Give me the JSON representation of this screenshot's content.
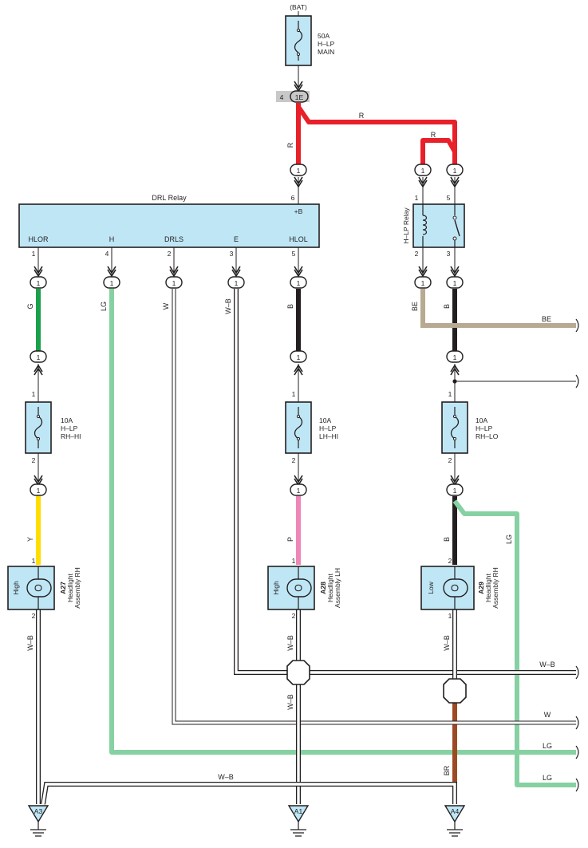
{
  "battery_label": "(BAT)",
  "junction": {
    "pin": "4",
    "id": "1E"
  },
  "connector_pin": "1",
  "fuses": {
    "main": {
      "rating": "50A",
      "line1": "H–LP",
      "line2": "MAIN"
    },
    "rh_hi": {
      "rating": "10A",
      "line1": "H–LP",
      "line2": "RH–HI",
      "pin_in": "1",
      "pin_out": "2"
    },
    "lh_hi": {
      "rating": "10A",
      "line1": "H–LP",
      "line2": "LH–HI",
      "pin_in": "1",
      "pin_out": "2"
    },
    "rh_lo": {
      "rating": "10A",
      "line1": "H–LP",
      "line2": "RH–LO",
      "pin_in": "1",
      "pin_out": "2"
    }
  },
  "drl_relay": {
    "title": "DRL Relay",
    "supply_pin": "6",
    "supply_label": "+B",
    "terminals": [
      {
        "name": "HLOR",
        "pin": "1"
      },
      {
        "name": "H",
        "pin": "4"
      },
      {
        "name": "DRLS",
        "pin": "2"
      },
      {
        "name": "E",
        "pin": "3"
      },
      {
        "name": "HLOL",
        "pin": "5"
      }
    ]
  },
  "hlp_relay": {
    "title": "H–LP Relay",
    "pins": {
      "tl": "1",
      "tr": "5",
      "bl": "2",
      "br": "3"
    }
  },
  "headlights": [
    {
      "code": "A27",
      "line1": "Headlight",
      "line2": "Assembly RH",
      "mode": "High",
      "pin_top": "1",
      "pin_bottom": "2"
    },
    {
      "code": "A28",
      "line1": "Headlight",
      "line2": "Assembly LH",
      "mode": "High",
      "pin_top": "1",
      "pin_bottom": "2"
    },
    {
      "code": "A29",
      "line1": "Headlight",
      "line2": "Assembly RH",
      "mode": "Low",
      "pin_top": "2",
      "pin_bottom": "1"
    }
  ],
  "grounds": [
    "A3",
    "A1",
    "A4"
  ],
  "wire_labels": {
    "r_top": "R",
    "r_vert": "R",
    "r_jump": "R",
    "g": "G",
    "lg_left": "LG",
    "w": "W",
    "wb_e": "W–B",
    "b_hlol": "B",
    "be_vert": "BE",
    "be_right": "BE",
    "b_relay": "B",
    "y": "Y",
    "p": "P",
    "b_low": "B",
    "lg_right": "LG",
    "wb_a27": "W–B",
    "wb_a28": "W–B",
    "wb_a28_low": "W–B",
    "wb_a29": "W–B",
    "br": "BR",
    "wb_right": "W–B",
    "w_right": "W",
    "lg_right_1": "LG",
    "lg_right_2": "LG",
    "wb_bottom": "W–B"
  },
  "colors": {
    "red": "#e8202a",
    "green": "#1aa04a",
    "light_green": "#86d1a2",
    "black": "#231f20",
    "beige": "#b8a992",
    "yellow": "#ffdd00",
    "pink": "#ef86b8",
    "brown": "#9c4a24",
    "box": "#bfe6f5",
    "junction_gray": "#c8c8c8"
  }
}
